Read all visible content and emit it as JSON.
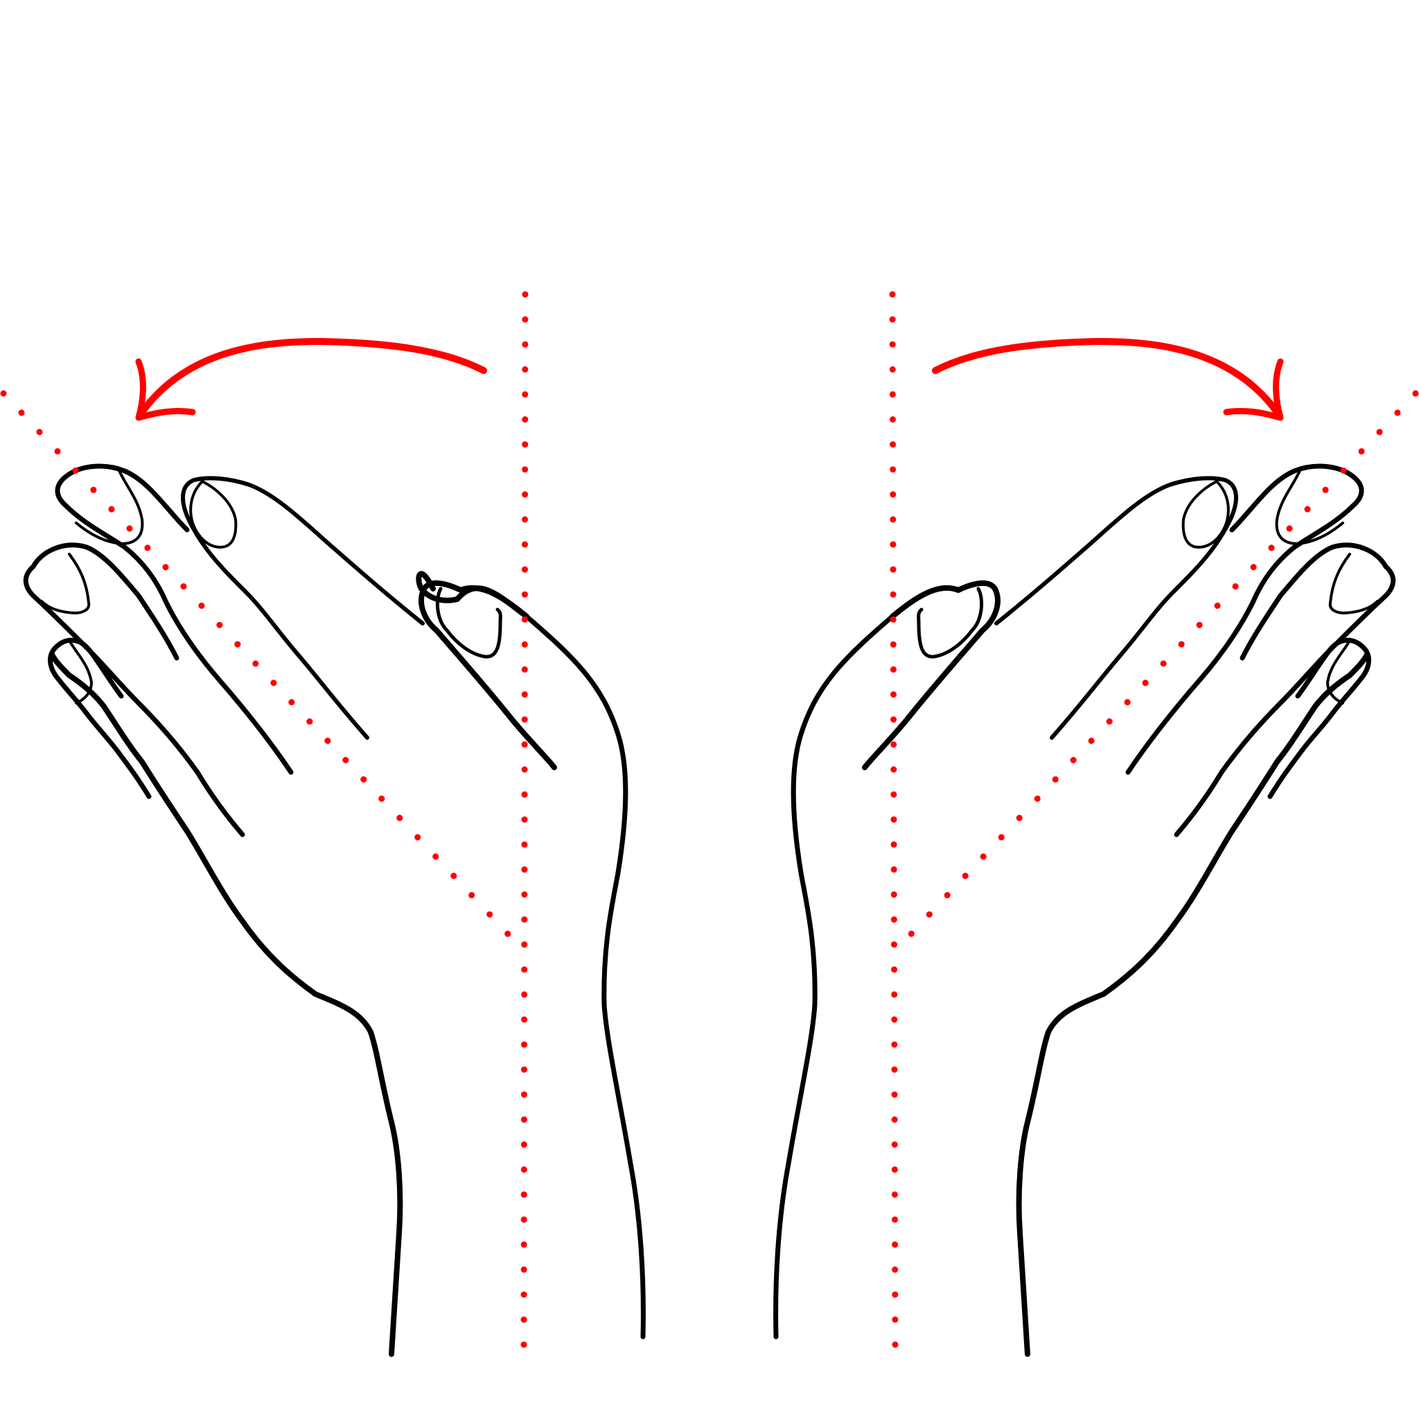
{
  "diagram": {
    "kind": "hand-illustration",
    "subject": "two-hands-ulnar-deviation",
    "colors": {
      "background": "#ffffff",
      "outline": "#000000",
      "guide": "#ff0000",
      "arrow": "#ff0000"
    },
    "hands": [
      {
        "side": "left",
        "deviation_direction": "outward",
        "arrow": "curved-left"
      },
      {
        "side": "right",
        "deviation_direction": "outward",
        "arrow": "curved-right"
      }
    ],
    "guides": {
      "style": "dotted",
      "per_hand": [
        "vertical-neutral-axis",
        "diagonal-deviated-axis"
      ]
    },
    "icons": [
      "left-hand-outline",
      "right-hand-outline",
      "curved-arrow-left",
      "curved-arrow-right"
    ]
  }
}
